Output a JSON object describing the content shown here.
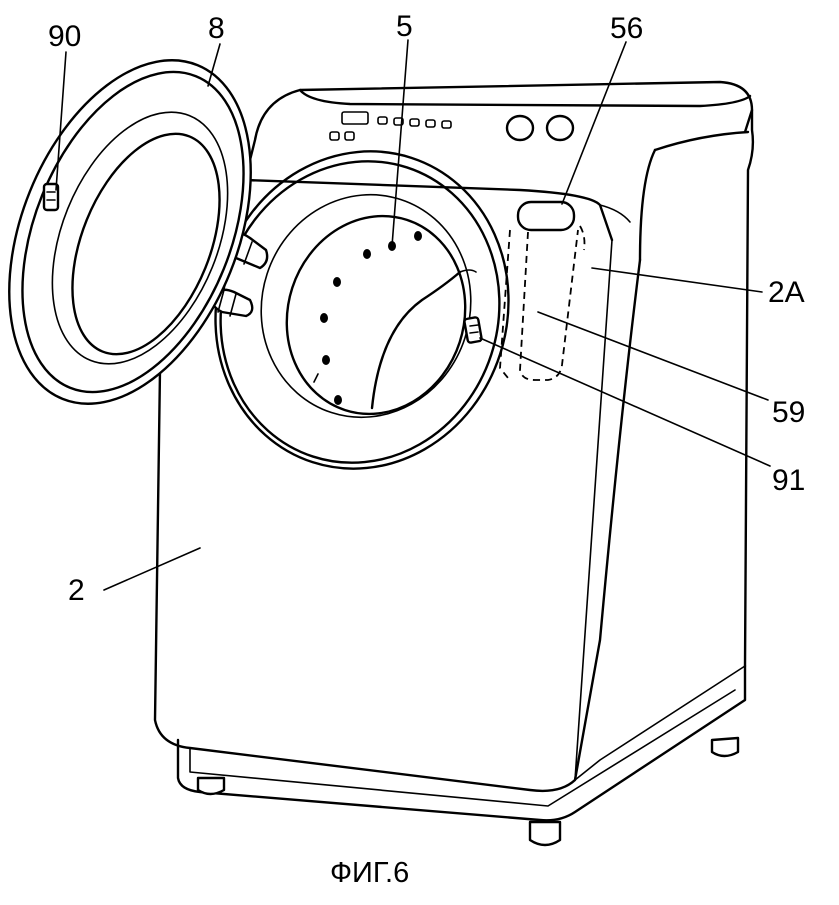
{
  "figure": {
    "caption": "ФИГ.6",
    "labels": {
      "door_handle": "90",
      "door": "8",
      "drum": "5",
      "detergent_inlet": "56",
      "side_panel": "2A",
      "detergent_box": "59",
      "door_sensor": "91",
      "housing": "2"
    }
  }
}
